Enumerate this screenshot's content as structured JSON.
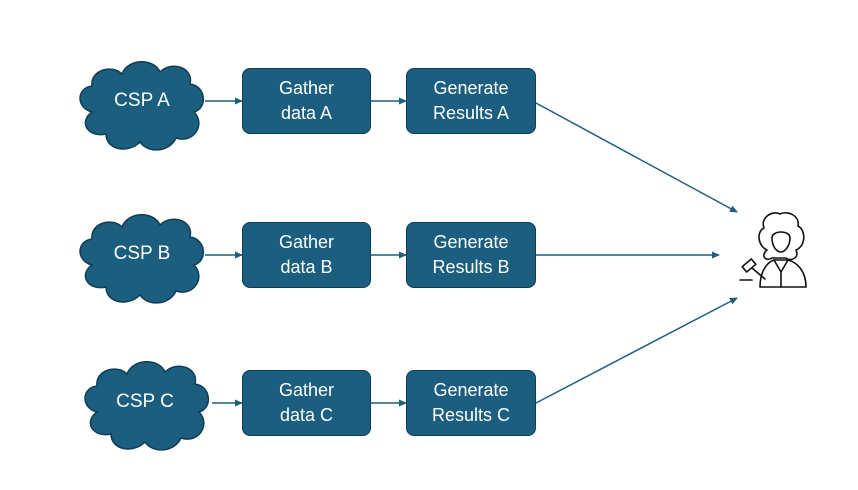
{
  "colors": {
    "node_fill": "#1b5e7f",
    "node_stroke": "#0f3d53",
    "arrow": "#1f5f7c",
    "text": "#ffffff",
    "judge_icon": "#111111"
  },
  "rows": [
    {
      "source": "CSP A",
      "gather": [
        "Gather",
        "data A"
      ],
      "generate": [
        "Generate",
        "Results A"
      ]
    },
    {
      "source": "CSP B",
      "gather": [
        "Gather",
        "data B"
      ],
      "generate": [
        "Generate",
        "Results B"
      ]
    },
    {
      "source": "CSP C",
      "gather": [
        "Gather",
        "data C"
      ],
      "generate": [
        "Generate",
        "Results C"
      ]
    }
  ],
  "judge": {
    "icon": "judge-with-gavel-icon"
  }
}
